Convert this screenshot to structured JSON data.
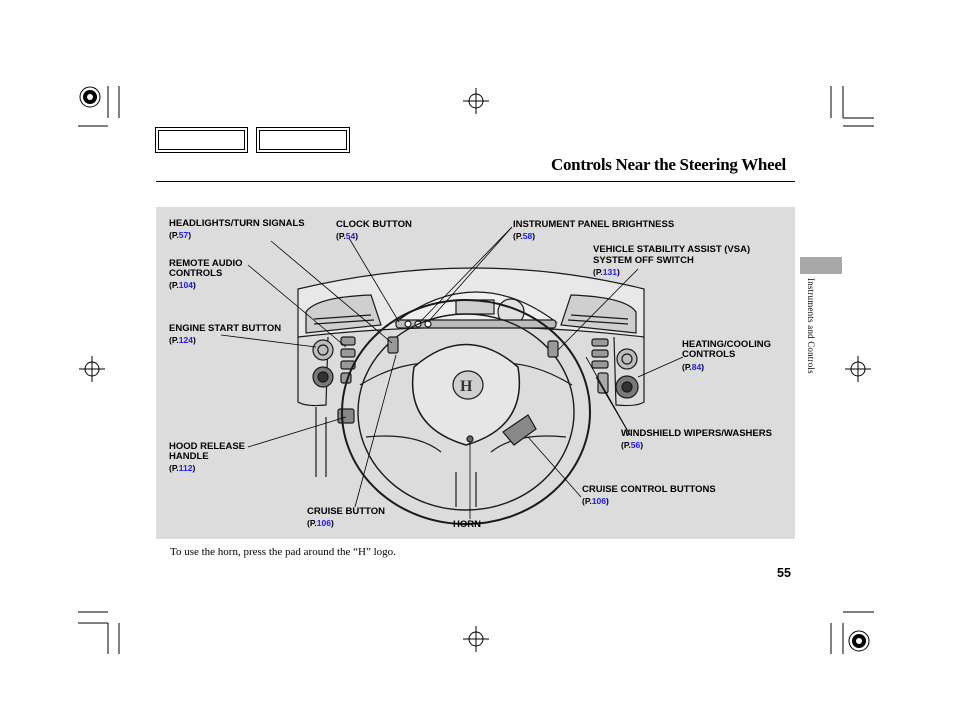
{
  "header": {
    "title": "Controls Near the Steering Wheel"
  },
  "sidebar": {
    "section_label": "Instruments and Controls"
  },
  "callouts": {
    "headlights": {
      "label": "HEADLIGHTS/TURN SIGNALS",
      "ref_prefix": "(P.",
      "ref_page": "57",
      "ref_suffix": ")"
    },
    "remote_audio": {
      "label_1": "REMOTE AUDIO",
      "label_2": "CONTROLS",
      "ref_prefix": "(P.",
      "ref_page": "104",
      "ref_suffix": ")"
    },
    "engine_start": {
      "label": "ENGINE START BUTTON",
      "ref_prefix": "(P.",
      "ref_page": "124",
      "ref_suffix": ")"
    },
    "hood_release": {
      "label_1": "HOOD RELEASE",
      "label_2": "HANDLE",
      "ref_prefix": "(P.",
      "ref_page": "112",
      "ref_suffix": ")"
    },
    "clock": {
      "label": "CLOCK BUTTON",
      "ref_prefix": "(P.",
      "ref_page": "54",
      "ref_suffix": ")"
    },
    "brightness": {
      "label": "INSTRUMENT PANEL BRIGHTNESS",
      "ref_prefix": "(P.",
      "ref_page": "58",
      "ref_suffix": ")"
    },
    "vsa": {
      "label_1": "VEHICLE STABILITY ASSIST (VSA)",
      "label_2": "SYSTEM OFF SWITCH",
      "ref_prefix": "(P.",
      "ref_page": "131",
      "ref_suffix": ")"
    },
    "heating": {
      "label_1": "HEATING/COOLING",
      "label_2": "CONTROLS",
      "ref_prefix": "(P.",
      "ref_page": "84",
      "ref_suffix": ")"
    },
    "wipers": {
      "label": "WINDSHIELD WIPERS/WASHERS",
      "ref_prefix": "(P.",
      "ref_page": "56",
      "ref_suffix": ")"
    },
    "cruise_controls": {
      "label": "CRUISE CONTROL BUTTONS",
      "ref_prefix": "(P.",
      "ref_page": "106",
      "ref_suffix": ")"
    },
    "cruise_button": {
      "label": "CRUISE BUTTON",
      "ref_prefix": "(P.",
      "ref_page": "106",
      "ref_suffix": ")"
    },
    "horn": {
      "label": "HORN"
    }
  },
  "caption": "To use the horn, press the pad around the “H” logo.",
  "page_number": "55",
  "colors": {
    "panel_bg": "#dcdcdc",
    "link": "#1a1aff",
    "tab": "#a8a8a8"
  }
}
